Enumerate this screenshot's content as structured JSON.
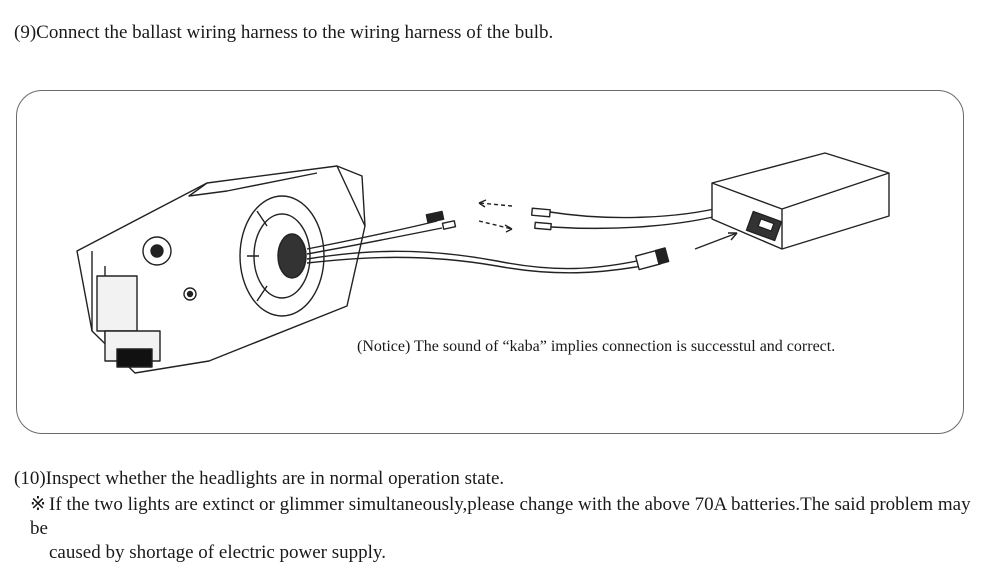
{
  "step9": {
    "title": "(9)Connect the  ballast wiring harness to the wiring harness of the bulb."
  },
  "figure": {
    "notice": "(Notice) The sound of “kaba” implies connection is successtul and correct."
  },
  "step10": {
    "title": "(10)Inspect whether the headlights are in normal operation state.",
    "note_mark": "※",
    "note_line1": "If the two lights are extinct or glimmer simultaneously,please change with the above 70A batteries.The said problem may be",
    "note_line2": "caused by shortage of electric power supply."
  }
}
